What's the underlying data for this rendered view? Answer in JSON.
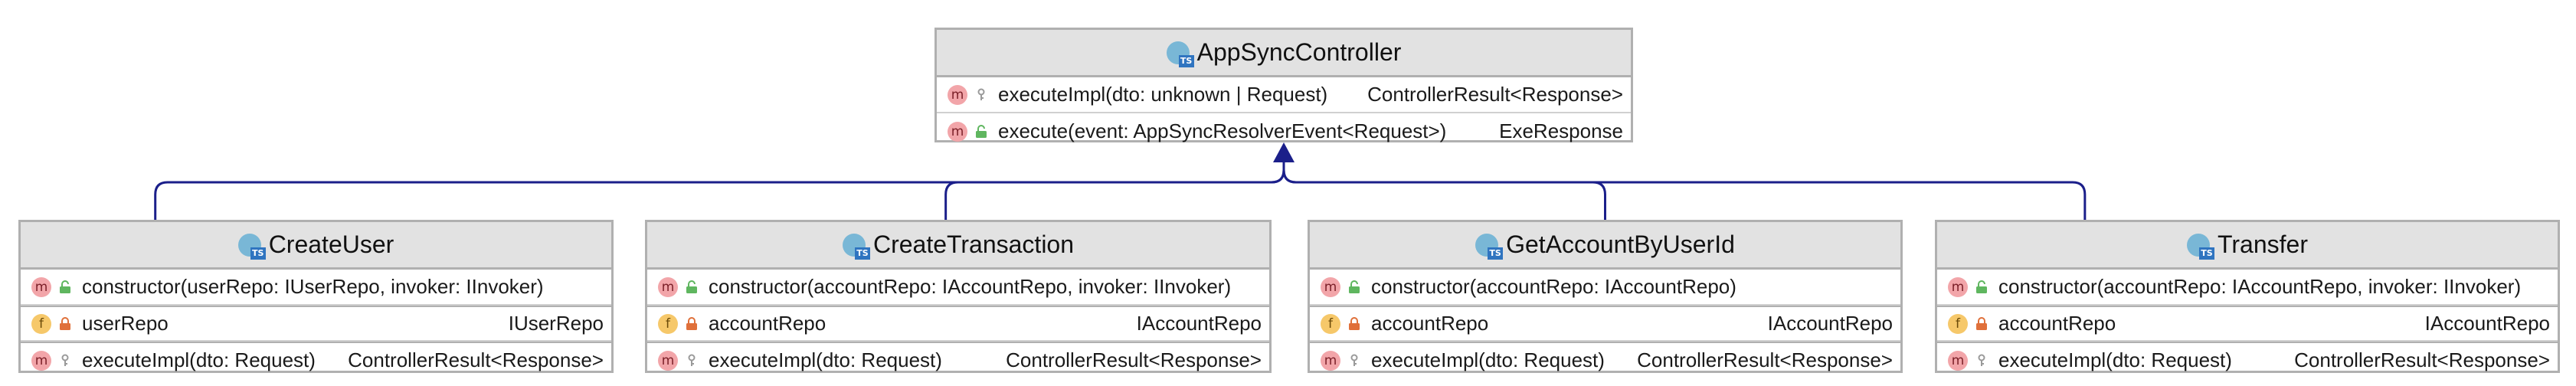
{
  "diagram": {
    "parent": {
      "name": "AppSyncController",
      "icon": "typescript-class-icon",
      "members": [
        {
          "kind": "m",
          "visibility": "protected",
          "signature": "executeImpl(dto: unknown | Request)",
          "type": "ControllerResult<Response>"
        },
        {
          "kind": "m",
          "visibility": "public",
          "signature": "execute(event: AppSyncResolverEvent<Request>)",
          "type": "ExeResponse"
        }
      ]
    },
    "children": [
      {
        "name": "CreateUser",
        "icon": "typescript-class-icon",
        "members": [
          {
            "kind": "m",
            "visibility": "public",
            "signature": "constructor(userRepo: IUserRepo, invoker: IInvoker)",
            "type": ""
          },
          {
            "kind": "f",
            "visibility": "private",
            "signature": "userRepo",
            "type": "IUserRepo"
          },
          {
            "kind": "m",
            "visibility": "protected",
            "signature": "executeImpl(dto: Request)",
            "type": "ControllerResult<Response>"
          }
        ]
      },
      {
        "name": "CreateTransaction",
        "icon": "typescript-class-icon",
        "members": [
          {
            "kind": "m",
            "visibility": "public",
            "signature": "constructor(accountRepo: IAccountRepo, invoker: IInvoker)",
            "type": ""
          },
          {
            "kind": "f",
            "visibility": "private",
            "signature": "accountRepo",
            "type": "IAccountRepo"
          },
          {
            "kind": "m",
            "visibility": "protected",
            "signature": "executeImpl(dto: Request)",
            "type": "ControllerResult<Response>"
          }
        ]
      },
      {
        "name": "GetAccountByUserId",
        "icon": "typescript-class-icon",
        "members": [
          {
            "kind": "m",
            "visibility": "public",
            "signature": "constructor(accountRepo: IAccountRepo)",
            "type": ""
          },
          {
            "kind": "f",
            "visibility": "private",
            "signature": "accountRepo",
            "type": "IAccountRepo"
          },
          {
            "kind": "m",
            "visibility": "protected",
            "signature": "executeImpl(dto: Request)",
            "type": "ControllerResult<Response>"
          }
        ]
      },
      {
        "name": "Transfer",
        "icon": "typescript-class-icon",
        "members": [
          {
            "kind": "m",
            "visibility": "public",
            "signature": "constructor(accountRepo: IAccountRepo, invoker: IInvoker)",
            "type": ""
          },
          {
            "kind": "f",
            "visibility": "private",
            "signature": "accountRepo",
            "type": "IAccountRepo"
          },
          {
            "kind": "m",
            "visibility": "protected",
            "signature": "executeImpl(dto: Request)",
            "type": "ControllerResult<Response>"
          }
        ]
      }
    ],
    "colors": {
      "edge": "#1b1f8a",
      "method_icon": "#f2a5a9",
      "field_icon": "#f6c86a",
      "lock_public": "#5fb65f",
      "lock_private": "#e0703a",
      "header_bg": "#e2e2e2",
      "border": "#b0b0b0"
    }
  }
}
